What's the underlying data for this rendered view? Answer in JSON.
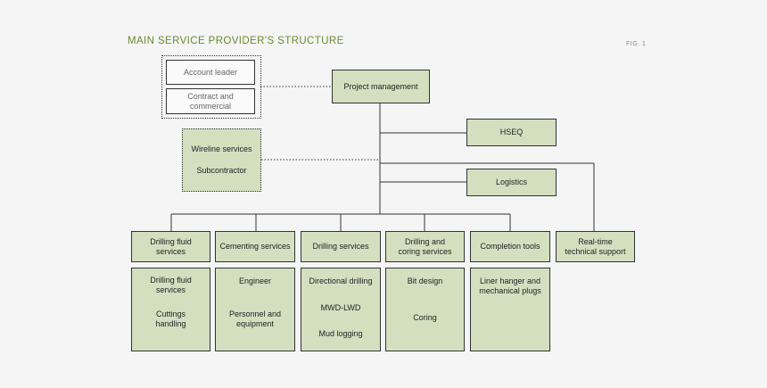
{
  "title": "MAIN SERVICE PROVIDER'S STRUCTURE",
  "fig_label": "FIG. 1",
  "client_side": {
    "account_leader": "Account leader",
    "contract_commercial": "Contract and commercial"
  },
  "project_management": "Project management",
  "hseq": "HSEQ",
  "logistics": "Logistics",
  "subcontractor_box": {
    "wireline": "Wireline services",
    "subcontractor": "Subcontractor"
  },
  "services": [
    {
      "header": "Drilling fluid services",
      "items": [
        "Drilling fluid services",
        "Cuttings handling"
      ]
    },
    {
      "header": "Cementing services",
      "items": [
        "Engineer",
        "Personnel and equipment"
      ]
    },
    {
      "header": "Drilling services",
      "items": [
        "Directional drilling",
        "MWD-LWD",
        "Mud logging"
      ]
    },
    {
      "header": "Drilling and coring services",
      "items": [
        "Bit design",
        "Coring"
      ]
    },
    {
      "header": "Completion tools",
      "items": [
        "Liner hanger and mechanical plugs"
      ]
    }
  ],
  "realtime_support": "Real-time technical support",
  "colors": {
    "box_fill": "#d4dfc0",
    "title": "#6b8a2f",
    "border": "#333333"
  }
}
